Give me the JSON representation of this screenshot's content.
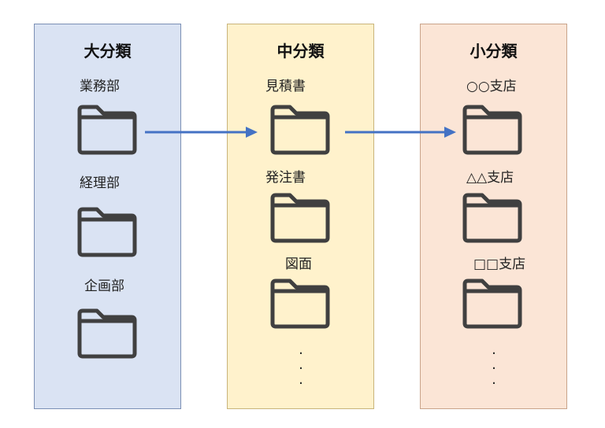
{
  "columns": [
    {
      "title": "大分類",
      "bg_color": "#dae3f3",
      "border_color": "#7b8fb5",
      "items": [
        {
          "label": "業務部",
          "icon": "folder-icon"
        },
        {
          "label": "経理部",
          "icon": "folder-icon"
        },
        {
          "label": "企画部",
          "icon": "folder-icon"
        }
      ],
      "continues": false
    },
    {
      "title": "中分類",
      "bg_color": "#fff2cc",
      "border_color": "#c9b47a",
      "items": [
        {
          "label": "見積書",
          "icon": "folder-icon"
        },
        {
          "label": "発注書",
          "icon": "folder-icon"
        },
        {
          "label": "図面",
          "icon": "folder-icon"
        }
      ],
      "continues": true,
      "dots": "⋮"
    },
    {
      "title": "小分類",
      "bg_color": "#fbe5d6",
      "border_color": "#c9a38a",
      "items": [
        {
          "label": "○○支店",
          "icon": "folder-icon"
        },
        {
          "label": "△△支店",
          "icon": "folder-icon"
        },
        {
          "label": "□□支店",
          "icon": "folder-icon"
        }
      ],
      "continues": true,
      "dots": "⋮"
    }
  ],
  "arrow_color": "#4472c4",
  "folder_stroke_color": "#404040"
}
